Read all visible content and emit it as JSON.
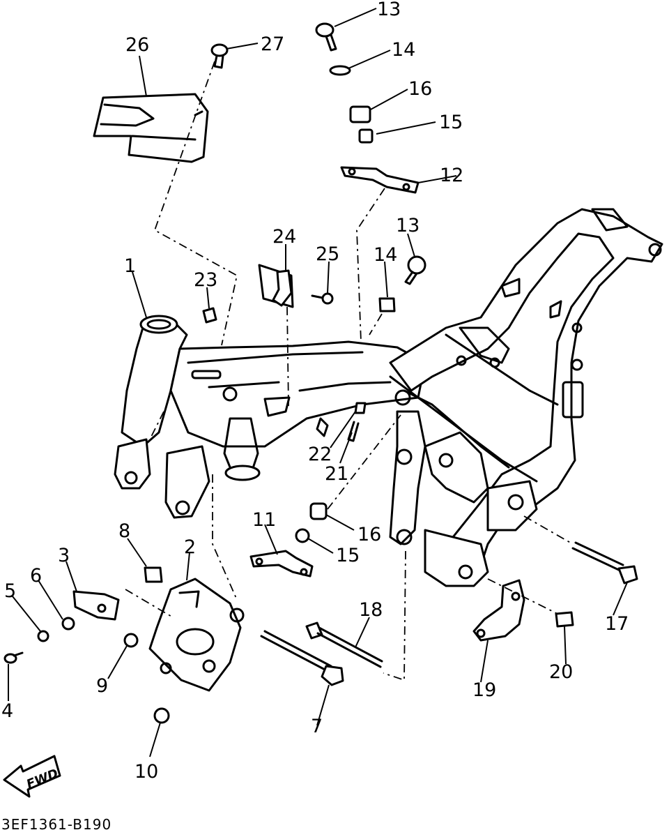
{
  "diagram": {
    "drawing_code": "3EF1361-B190",
    "direction_marker": "FWD",
    "callouts": [
      {
        "id": "c1",
        "label": "1"
      },
      {
        "id": "c2",
        "label": "2"
      },
      {
        "id": "c3",
        "label": "3"
      },
      {
        "id": "c4",
        "label": "4"
      },
      {
        "id": "c5",
        "label": "5"
      },
      {
        "id": "c6",
        "label": "6"
      },
      {
        "id": "c7",
        "label": "7"
      },
      {
        "id": "c8",
        "label": "8"
      },
      {
        "id": "c9",
        "label": "9"
      },
      {
        "id": "c10",
        "label": "10"
      },
      {
        "id": "c11",
        "label": "11"
      },
      {
        "id": "c12",
        "label": "12"
      },
      {
        "id": "c13a",
        "label": "13"
      },
      {
        "id": "c13b",
        "label": "13"
      },
      {
        "id": "c14a",
        "label": "14"
      },
      {
        "id": "c14b",
        "label": "14"
      },
      {
        "id": "c15a",
        "label": "15"
      },
      {
        "id": "c15b",
        "label": "15"
      },
      {
        "id": "c16a",
        "label": "16"
      },
      {
        "id": "c16b",
        "label": "16"
      },
      {
        "id": "c17",
        "label": "17"
      },
      {
        "id": "c18",
        "label": "18"
      },
      {
        "id": "c19",
        "label": "19"
      },
      {
        "id": "c20",
        "label": "20"
      },
      {
        "id": "c21",
        "label": "21"
      },
      {
        "id": "c22",
        "label": "22"
      },
      {
        "id": "c23",
        "label": "23"
      },
      {
        "id": "c24",
        "label": "24"
      },
      {
        "id": "c25",
        "label": "25"
      },
      {
        "id": "c26",
        "label": "26"
      },
      {
        "id": "c27",
        "label": "27"
      }
    ]
  }
}
